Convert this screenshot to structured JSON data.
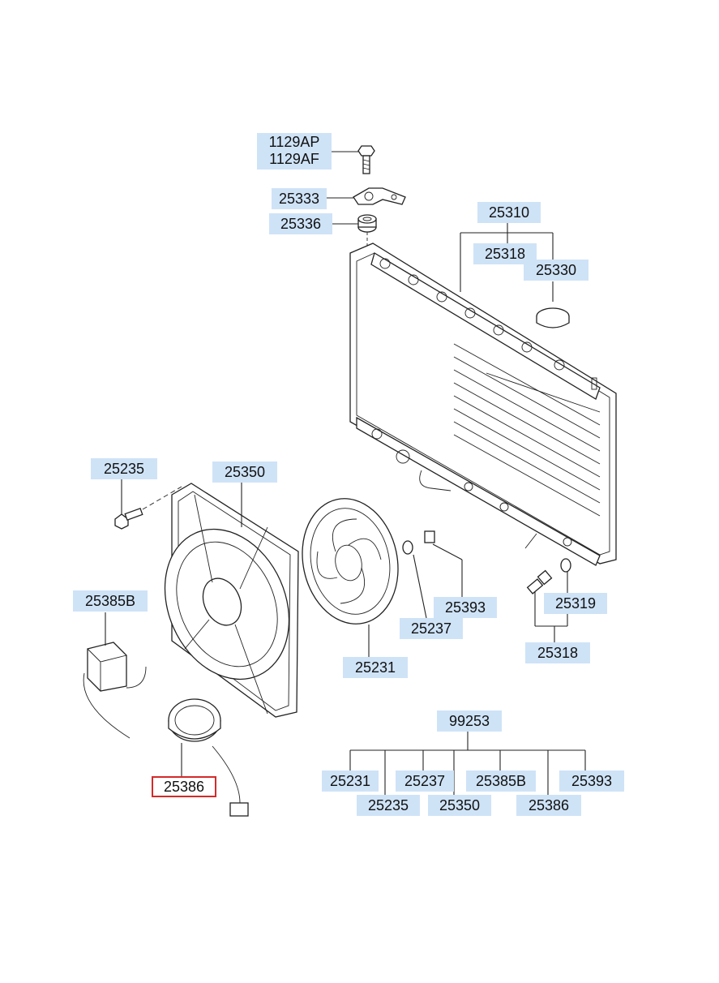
{
  "callouts": {
    "c1129ap": "1129AP",
    "c1129af": "1129AF",
    "c25333": "25333",
    "c25336": "25336",
    "c25310": "25310",
    "c25318_top": "25318",
    "c25330": "25330",
    "c25235": "25235",
    "c25350": "25350",
    "c25385b": "25385B",
    "c25393": "25393",
    "c25237": "25237",
    "c25319": "25319",
    "c25318_bottom": "25318",
    "c25231": "25231",
    "c25386": "25386",
    "c99253": "99253",
    "k25231": "25231",
    "k25235": "25235",
    "k25237": "25237",
    "k25350": "25350",
    "k25385b": "25385B",
    "k25386": "25386",
    "k25393": "25393"
  },
  "colors": {
    "callout_bg": "#cfe3f7",
    "highlight_border": "#d42a2a",
    "line": "#222222"
  },
  "highlighted_part": "25386"
}
